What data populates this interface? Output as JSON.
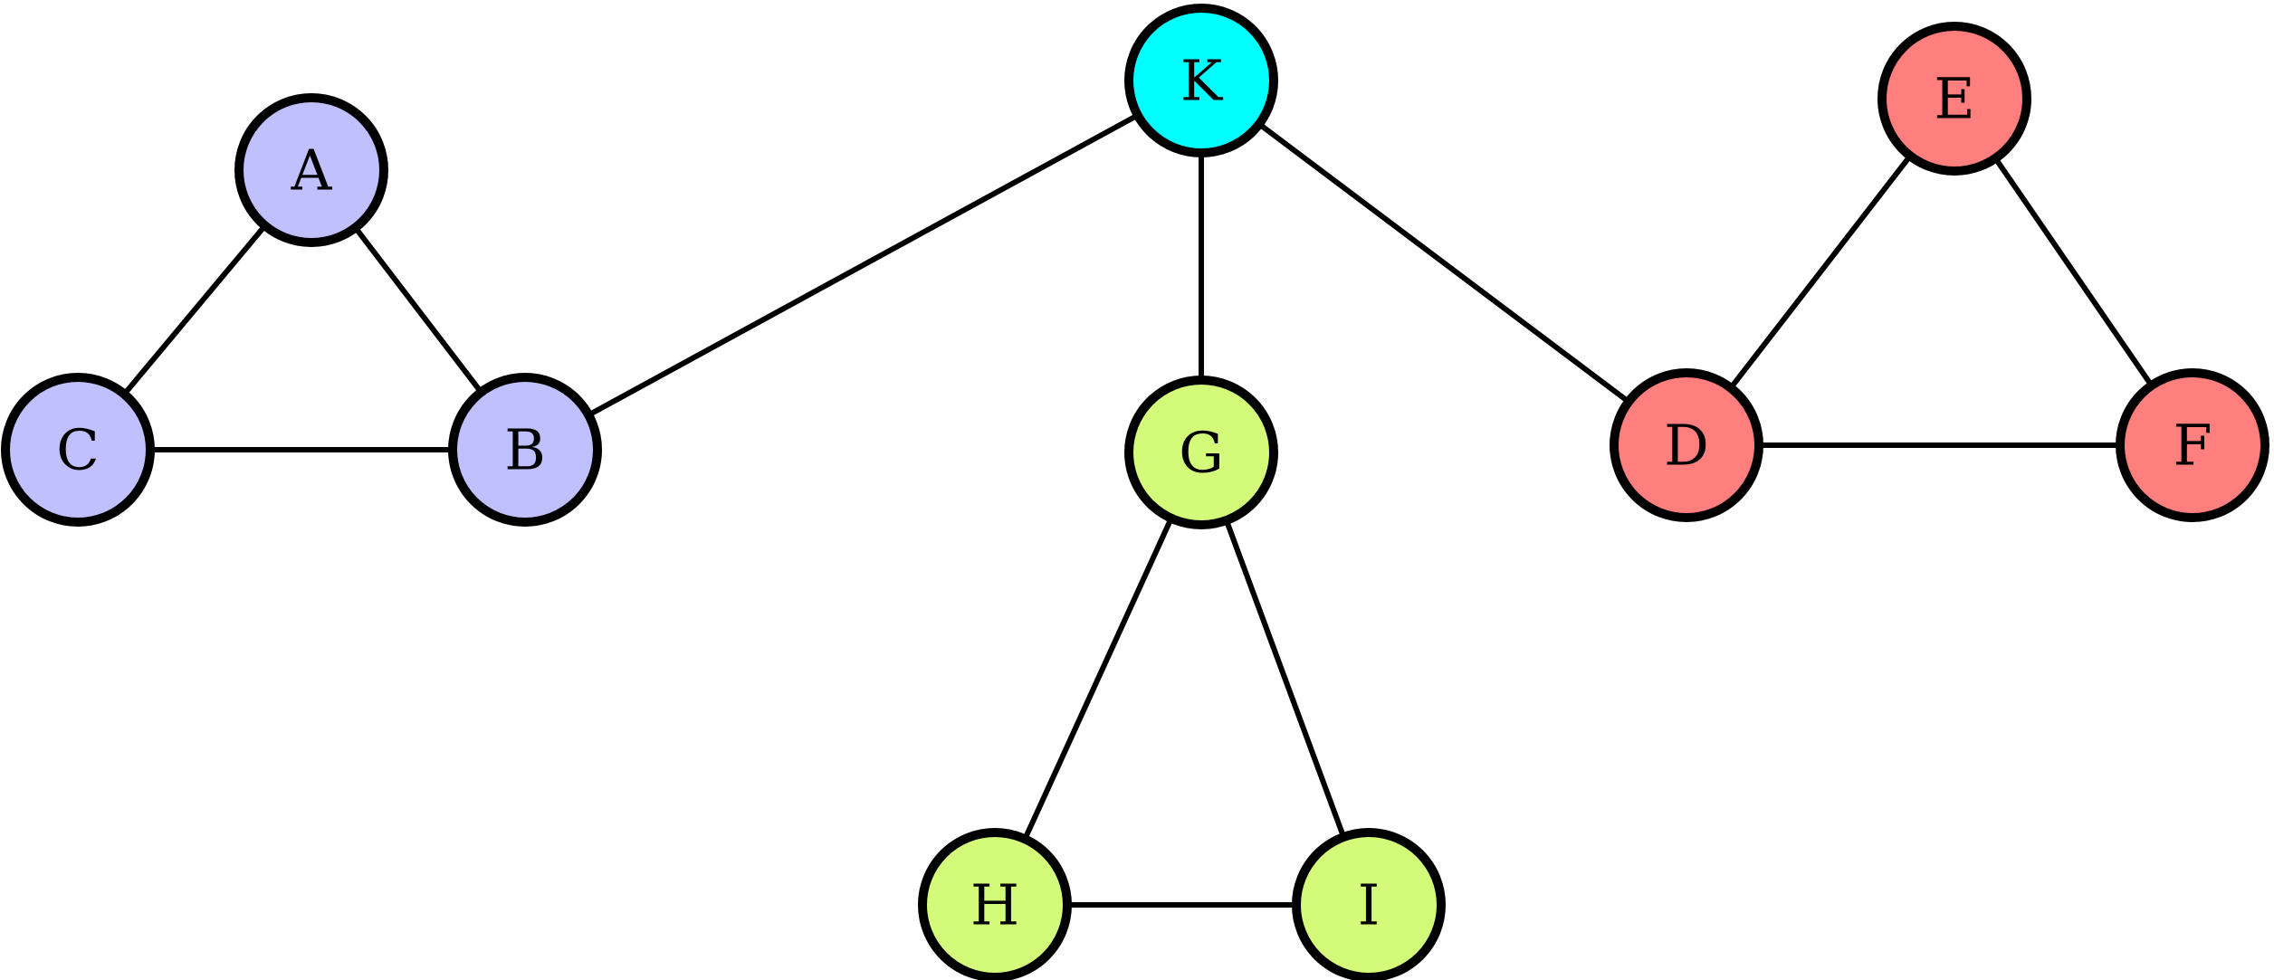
{
  "nodes": [
    {
      "id": "A",
      "label": "A",
      "group": "left",
      "color": "#c0c0ff"
    },
    {
      "id": "B",
      "label": "B",
      "group": "left",
      "color": "#c0c0ff"
    },
    {
      "id": "C",
      "label": "C",
      "group": "left",
      "color": "#c0c0ff"
    },
    {
      "id": "K",
      "label": "K",
      "group": "center",
      "color": "#00ffff"
    },
    {
      "id": "G",
      "label": "G",
      "group": "bottom",
      "color": "#d4fa7a"
    },
    {
      "id": "H",
      "label": "H",
      "group": "bottom",
      "color": "#d4fa7a"
    },
    {
      "id": "I",
      "label": "I",
      "group": "bottom",
      "color": "#d4fa7a"
    },
    {
      "id": "D",
      "label": "D",
      "group": "right",
      "color": "#ff7f7f"
    },
    {
      "id": "E",
      "label": "E",
      "group": "right",
      "color": "#ff7f7f"
    },
    {
      "id": "F",
      "label": "F",
      "group": "right",
      "color": "#ff7f7f"
    }
  ],
  "edges": [
    {
      "from": "A",
      "to": "B"
    },
    {
      "from": "A",
      "to": "C"
    },
    {
      "from": "B",
      "to": "C"
    },
    {
      "from": "K",
      "to": "B"
    },
    {
      "from": "K",
      "to": "G"
    },
    {
      "from": "K",
      "to": "D"
    },
    {
      "from": "G",
      "to": "H"
    },
    {
      "from": "G",
      "to": "I"
    },
    {
      "from": "H",
      "to": "I"
    },
    {
      "from": "D",
      "to": "E"
    },
    {
      "from": "D",
      "to": "F"
    },
    {
      "from": "E",
      "to": "F"
    }
  ]
}
